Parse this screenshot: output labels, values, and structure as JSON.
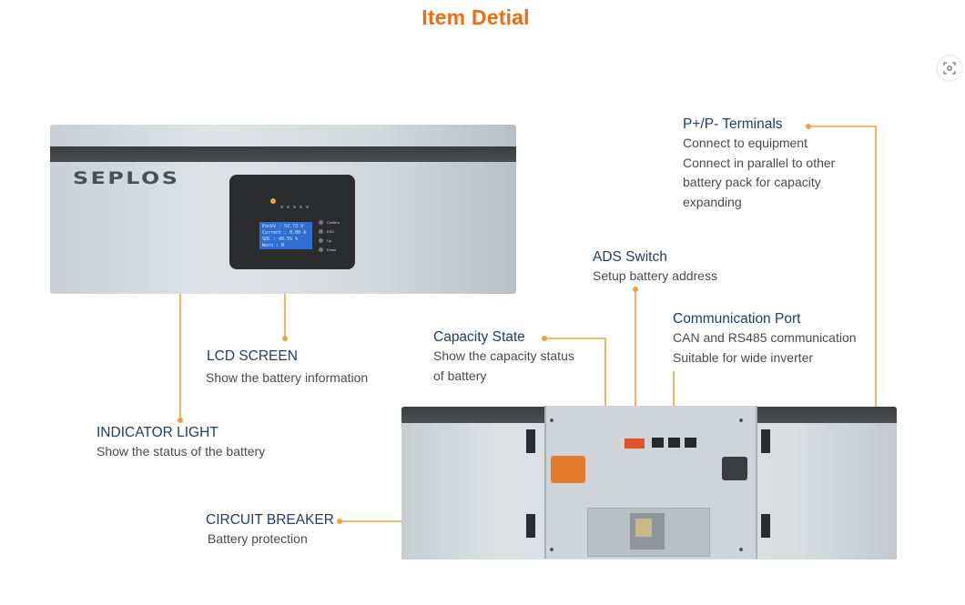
{
  "page": {
    "title": "Item Detial"
  },
  "product": {
    "brand": "SEPLOS",
    "lcd_lines": [
      "PackV : 52.73  V",
      "Current : 0.00  A",
      "  SOC  : 46.5%  %",
      "  Warn  :  N"
    ],
    "panel_buttons": [
      "Confirm",
      "ESC",
      "Up",
      "Down"
    ]
  },
  "annotations": {
    "terminals": {
      "title": "P+/P- Terminals",
      "lines": [
        "Connect to equipment",
        "Connect in parallel to other",
        "battery pack for capacity",
        "expanding"
      ]
    },
    "ads_switch": {
      "title": "ADS Switch",
      "lines": [
        "Setup battery address"
      ]
    },
    "comm_port": {
      "title": "Communication Port",
      "lines": [
        "CAN and RS485 communication",
        "Suitable for wide inverter"
      ]
    },
    "capacity_state": {
      "title": "Capacity State",
      "lines": [
        "Show the capacity status",
        "of battery"
      ]
    },
    "lcd_screen": {
      "title": "LCD SCREEN",
      "lines": [
        "Show the battery information"
      ]
    },
    "indicator_light": {
      "title": "INDICATOR LIGHT",
      "lines": [
        "Show the status of the battery"
      ]
    },
    "circuit_breaker": {
      "title": "CIRCUIT BREAKER",
      "lines": [
        "Battery protection"
      ]
    }
  },
  "colors": {
    "title": "#f26b0f",
    "label": "#1f3f63",
    "leader": "#f0a23c"
  }
}
